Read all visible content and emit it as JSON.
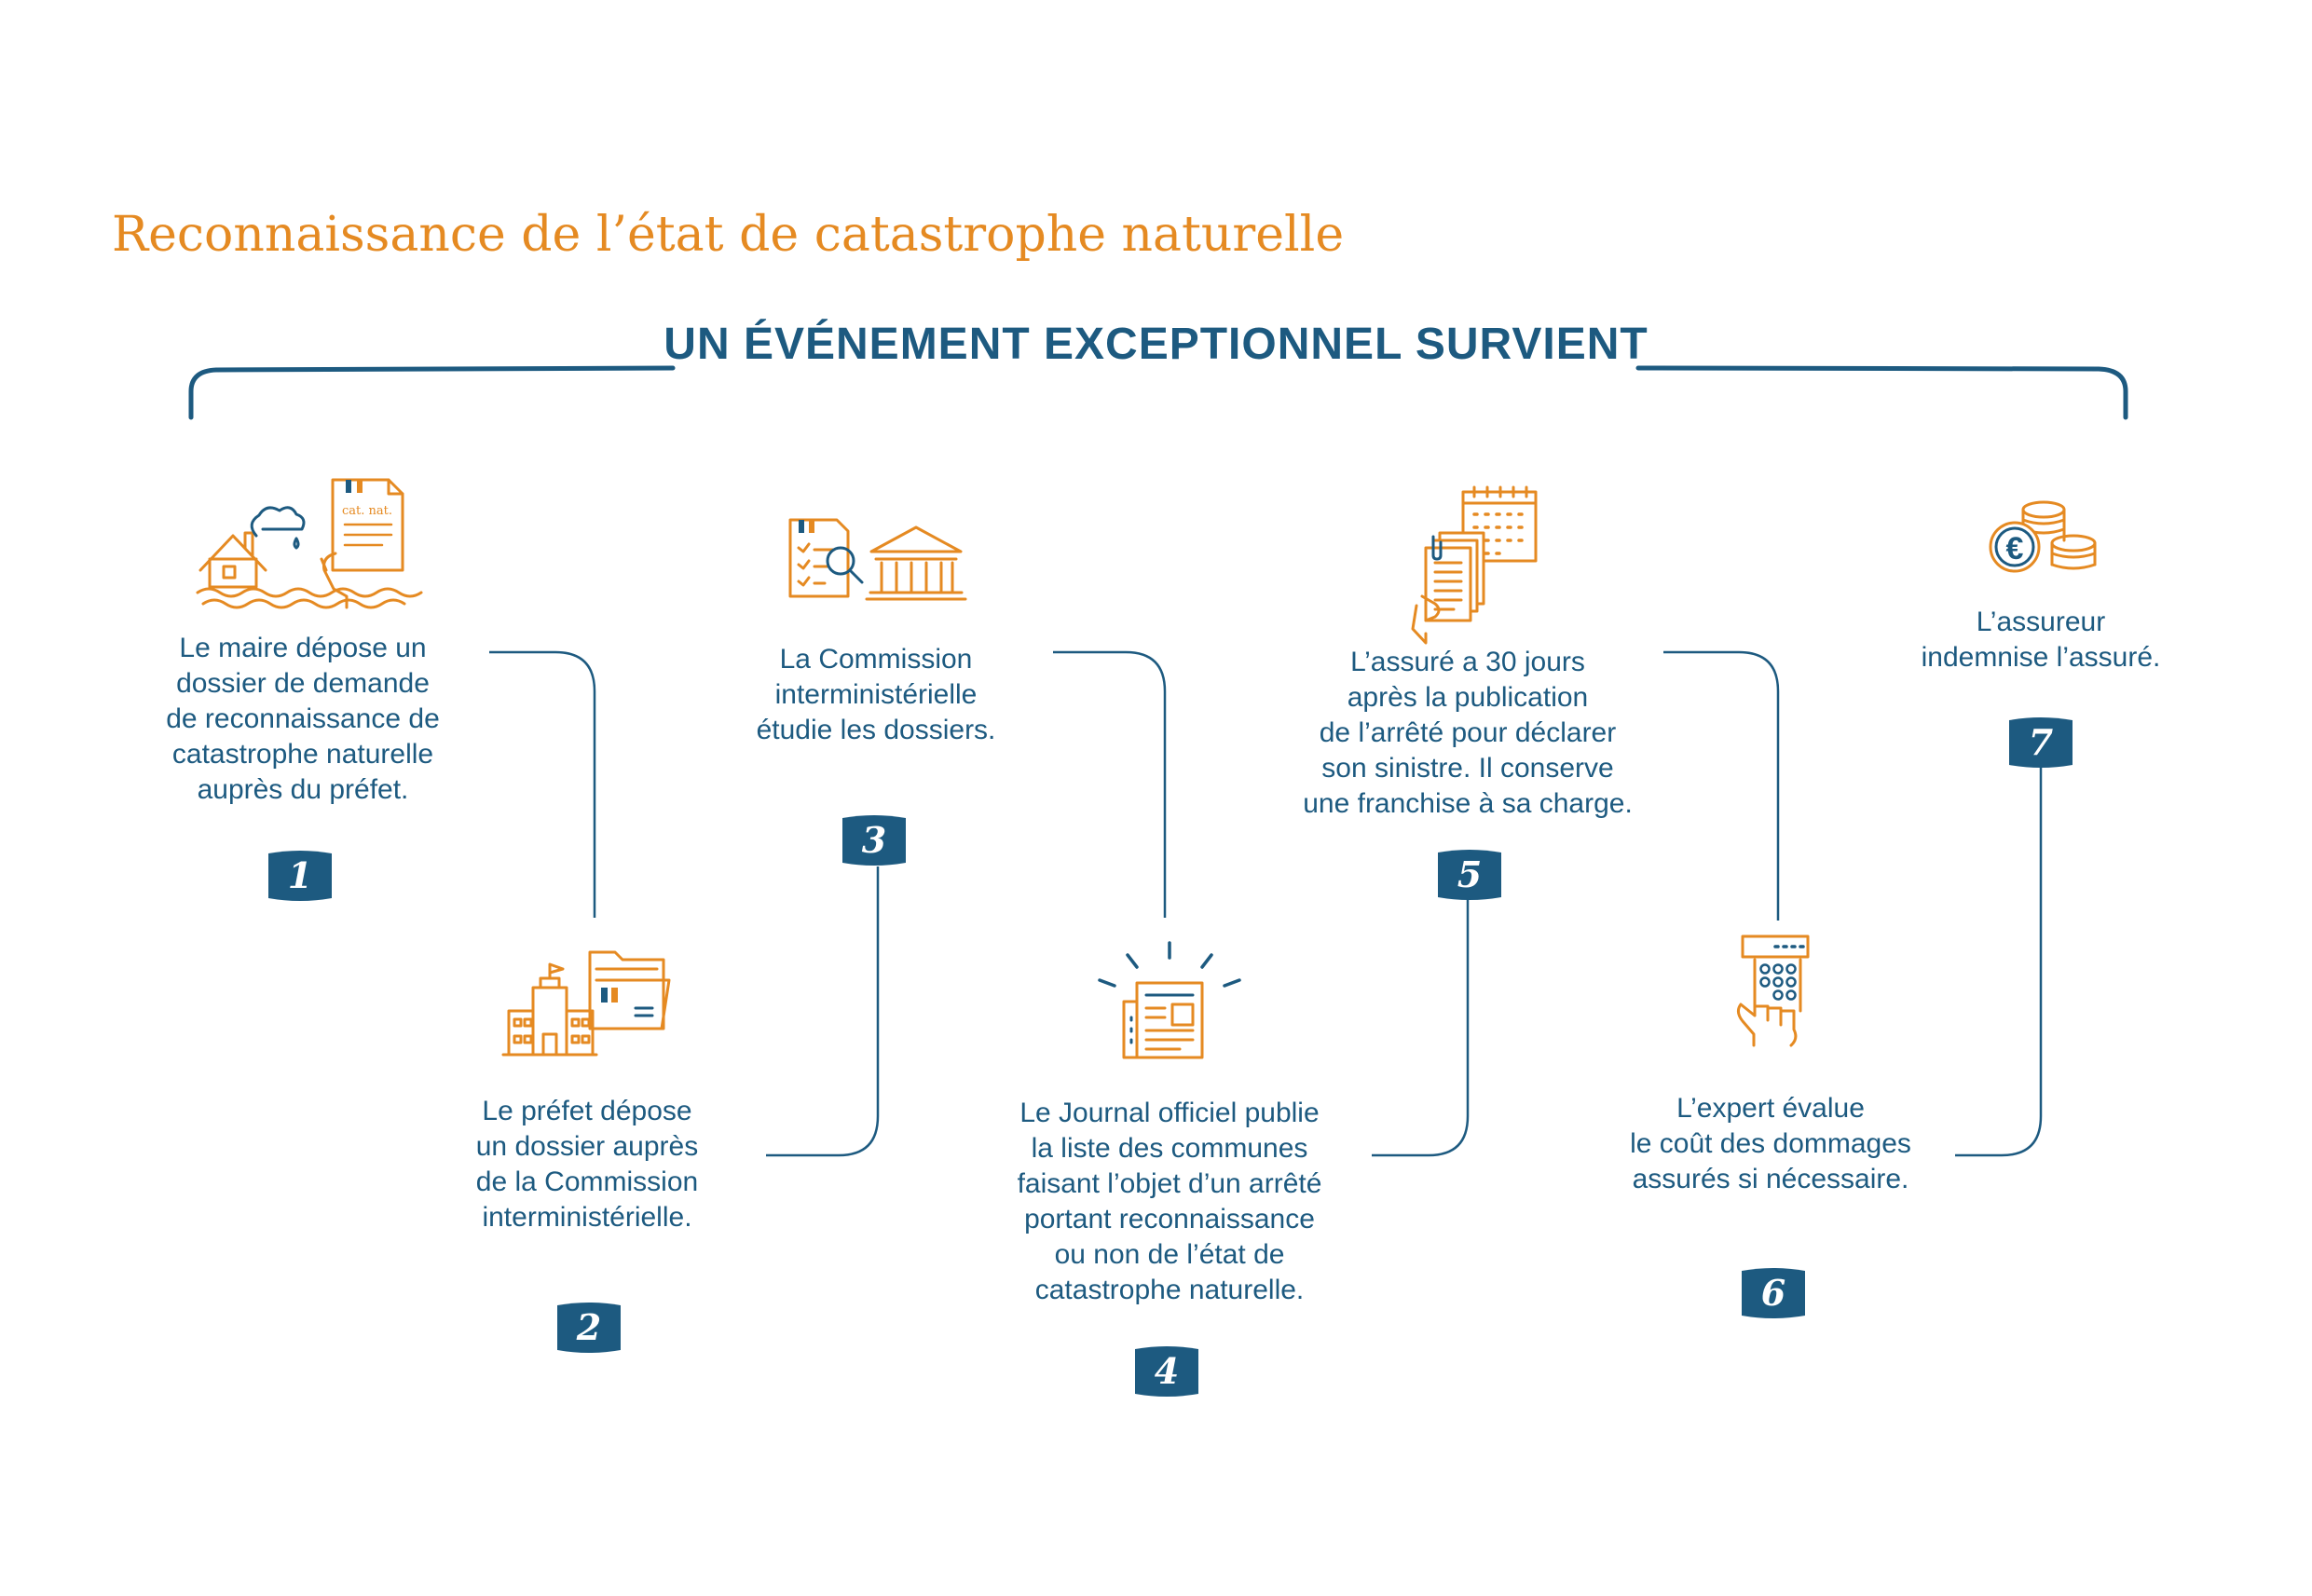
{
  "title": "Reconnaissance de l’état de catastrophe naturelle",
  "subtitle": "UN ÉVÉNEMENT EXCEPTIONNEL SURVIENT",
  "colors": {
    "orange": "#e58a22",
    "blue": "#1d5a80",
    "flag_blue": "#1d5a80",
    "flag_red": "#e58a22"
  },
  "steps": [
    {
      "number": "1",
      "icon": "flooded-house-document-icon",
      "doc_label": "cat. nat.",
      "text": "Le maire dépose un\ndossier de demande\nde reconnaissance de\ncatastrophe naturelle\nauprès du préfet."
    },
    {
      "number": "2",
      "icon": "prefecture-folder-icon",
      "text": "Le préfet dépose\nun dossier auprès\nde la Commission\ninterministérielle."
    },
    {
      "number": "3",
      "icon": "document-review-institution-icon",
      "text": "La Commission\ninterministérielle\nétudie les dossiers."
    },
    {
      "number": "4",
      "icon": "official-journal-newspaper-icon",
      "text": "Le Journal officiel publie\nla liste des communes\nfaisant l’objet d’un arrêté\nportant reconnaissance\nou non de l’état de\ncatastrophe naturelle."
    },
    {
      "number": "5",
      "icon": "documents-calendar-icon",
      "text": "L’assuré a 30 jours\naprès la publication\nde l’arrêté pour déclarer\nson sinistre. Il conserve\nune franchise à sa charge."
    },
    {
      "number": "6",
      "icon": "calculator-hand-icon",
      "text": "L’expert évalue\nle coût des dommages\nassurés si nécessaire."
    },
    {
      "number": "7",
      "icon": "euro-coins-icon",
      "text": "L’assureur\nindemnise l’assuré."
    }
  ]
}
